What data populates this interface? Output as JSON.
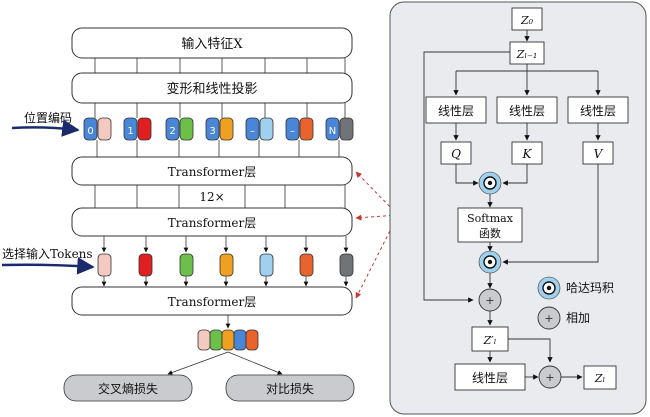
{
  "left": {
    "input_box": "输入特征X",
    "proj_box": "变形和线性投影",
    "pos_label": "位置编码",
    "token_ids": [
      "0",
      "1",
      "2",
      "3",
      "–",
      "–",
      "N"
    ],
    "transformer_label": "Transformer层",
    "repeat_label": "12×",
    "select_label": "选择输入Tokens",
    "loss_ce": "交叉熵损失",
    "loss_contrast": "对比损失"
  },
  "right": {
    "z0": "Z₀",
    "zl1": "Zₗ₋₁",
    "linear1": "线性层",
    "linear2": "线性层",
    "linear3": "线性层",
    "q": "Q",
    "k": "K",
    "v": "V",
    "softmax": "Softmax",
    "func": "函数",
    "plus": "+",
    "zlp": "Z′ₗ",
    "linear4": "线性层",
    "zl": "Zₗ"
  },
  "legend": {
    "hadamard": "哈达玛积",
    "add": "相加"
  },
  "colors": {
    "blue": "#4a86d8",
    "pink": "#f4c9c0",
    "red": "#e02020",
    "green": "#6cc04a",
    "orange": "#f0a020",
    "lightblue": "#9fd0ee",
    "darkorange": "#e8642c",
    "gray": "#707478",
    "panel": "#e9ebee"
  }
}
